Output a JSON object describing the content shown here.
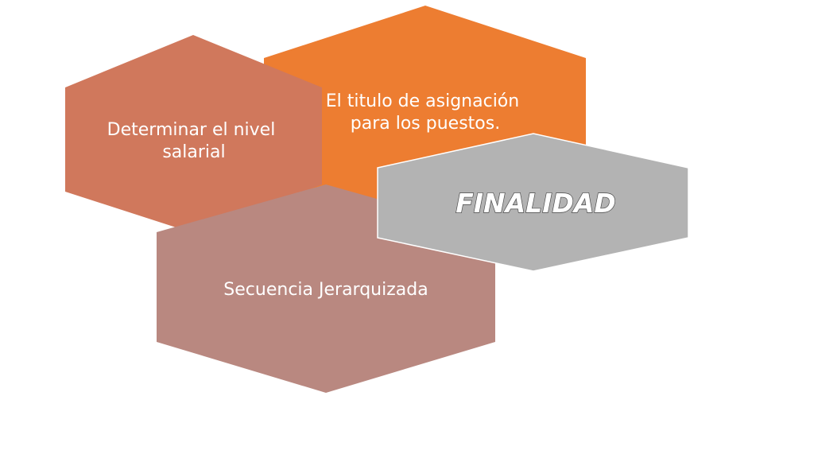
{
  "diagram": {
    "center": {
      "label": "FINALIDAD",
      "color": "#b3b3b3"
    },
    "items": [
      {
        "lines": [
          "El titulo de asignación",
          "para los puestos."
        ],
        "color": "#ed7d31"
      },
      {
        "lines": [
          "Determinar el nivel",
          "salarial"
        ],
        "color": "#d0785c"
      },
      {
        "lines": [
          "Secuencia Jerarquizada"
        ],
        "color": "#b98880"
      }
    ]
  }
}
